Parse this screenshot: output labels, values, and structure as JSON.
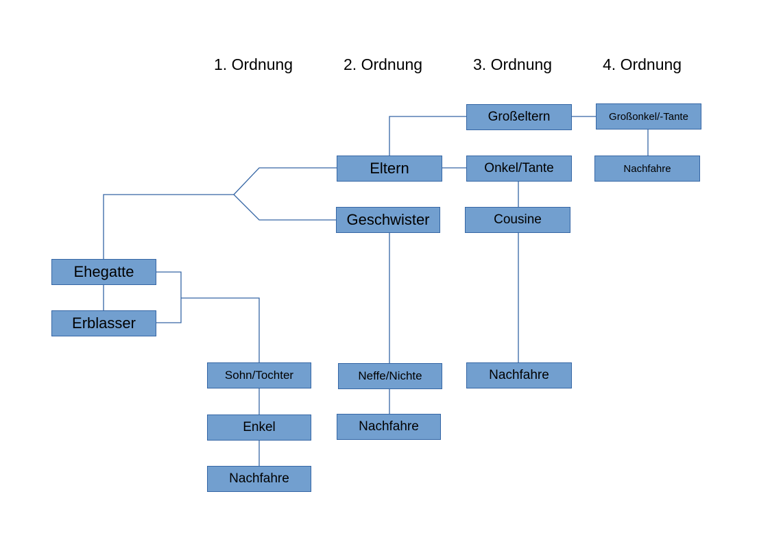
{
  "headers": {
    "order1": "1. Ordnung",
    "order2": "2. Ordnung",
    "order3": "3. Ordnung",
    "order4": "4. Ordnung"
  },
  "nodes": {
    "ehegatte": "Ehegatte",
    "erblasser": "Erblasser",
    "sohn_tochter": "Sohn/Tochter",
    "enkel": "Enkel",
    "nachfahre_1": "Nachfahre",
    "eltern": "Eltern",
    "geschwister": "Geschwister",
    "neffe_nichte": "Neffe/Nichte",
    "nachfahre_2": "Nachfahre",
    "grosseltern": "Großeltern",
    "onkel_tante": "Onkel/Tante",
    "cousine": "Cousine",
    "nachfahre_3": "Nachfahre",
    "grossonkel_tante": "Großonkel/-Tante",
    "nachfahre_4": "Nachfahre"
  },
  "colors": {
    "box_fill": "#729fcf",
    "box_border": "#3465a4",
    "connector": "#3465a4"
  }
}
